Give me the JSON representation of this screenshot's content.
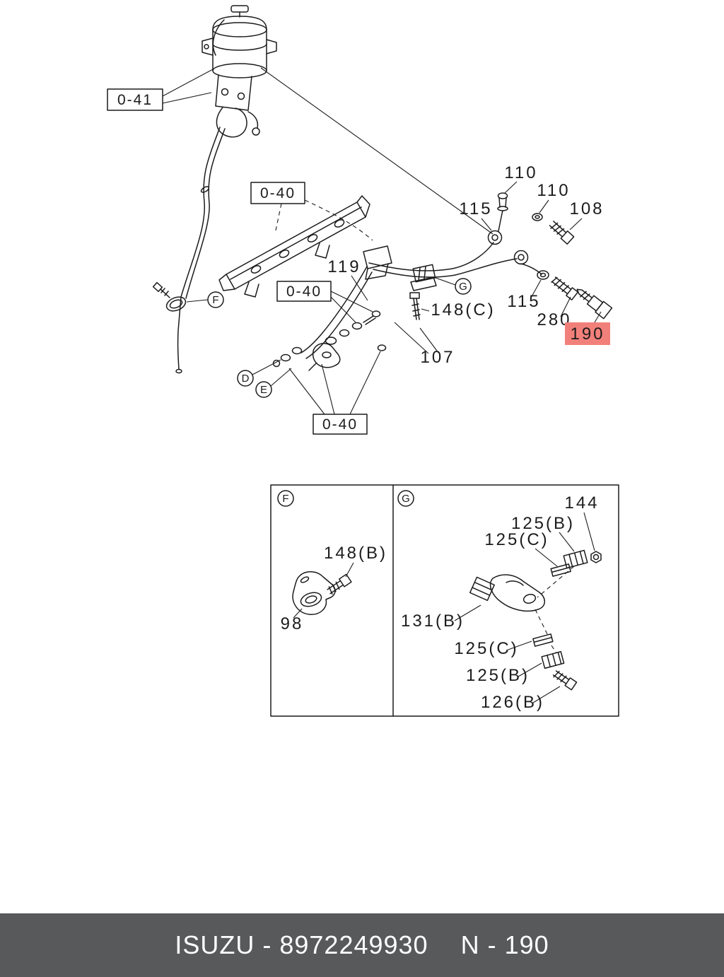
{
  "colors": {
    "diagram_line": "#1c1c1c",
    "highlight_red": "#f2807a",
    "footer_background": "#58595b",
    "footer_text": "#ffffff"
  },
  "diagram": {
    "boxes": {
      "b041": "0-41",
      "b040_rail": "0-40",
      "b040_injector": "0-40",
      "b040_lower": "0-40"
    },
    "labels": {
      "l110_a": "110",
      "l110_b": "110",
      "l115_a": "115",
      "l108": "108",
      "l119": "119",
      "l148c": "148(C)",
      "l115_b": "115",
      "l280": "280",
      "l190": "190",
      "l107": "107"
    },
    "views": {
      "f": "F",
      "g": "G",
      "d": "D",
      "e": "E"
    },
    "highlighted": "190"
  },
  "detail": {
    "views": {
      "f": "F",
      "g": "G"
    },
    "labels": {
      "l148b": "148(B)",
      "l98": "98",
      "l144": "144",
      "l125b_top": "125(B)",
      "l125c_top": "125(C)",
      "l131b": "131(B)",
      "l125c_bottom": "125(C)",
      "l125b_bottom": "125(B)",
      "l126b": "126(B)"
    }
  },
  "footer": {
    "part_text": "ISUZU - 8972249930",
    "page_text": "N - 190"
  }
}
